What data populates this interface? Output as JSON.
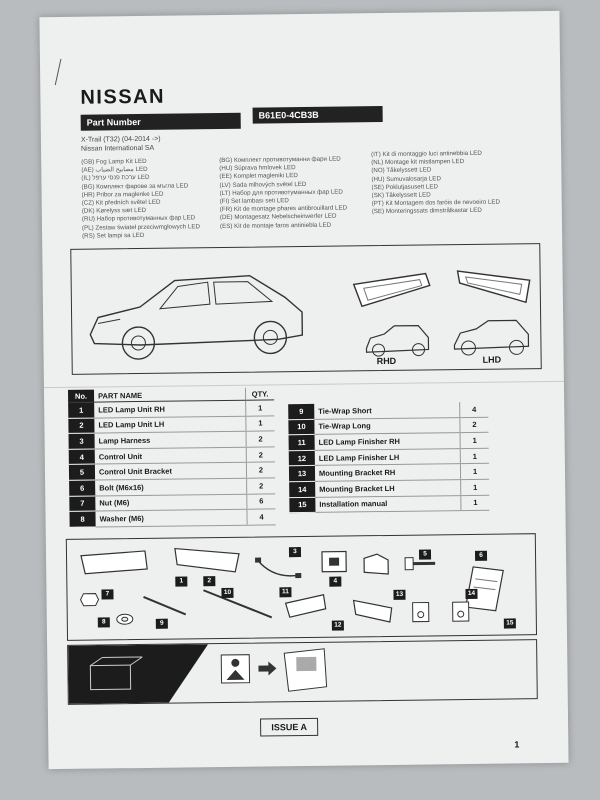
{
  "header": {
    "brand": "NISSAN",
    "part_number_label": "Part Number",
    "part_number_value": "B61E0-4CB3B",
    "model_line1": "X-Trail (T32) (04-2014 ->)",
    "model_line2": "Nissan International SA"
  },
  "languages": {
    "col1": [
      "(GB) Fog Lamp Kit LED",
      "(AE) مصابيح الضباب LED",
      "(IL) ערכת פנסי ערפל LED",
      "(BG) Комплект фарове за мъгла LED",
      "(HR) Pribor za maglenke LED",
      "(CZ) Kit předních světel LED",
      "(DK) Kørelyss sæt LED",
      "(RU) Набор противотуманных фар LED",
      "(PL) Zestaw świateł przeciwmgłowych LED",
      "(RS) Set lampi sa LED"
    ],
    "col2": [
      "(BG) Комплект противотуманни фари LED",
      "(HU) Súprava hmlovek LED",
      "(EE) Komplet magleniki LED",
      "(LV) Sada mlhových světel LED",
      "(LT) Набор для противотуманных фар LED",
      "(FI) Set lambası seti LED",
      "(FR) Kit de montage phares antibrouillard LED",
      "(DE) Montagesatz Nebelscheinwerfer LED",
      "(ES) Kit de montaje faros antiniebla LED"
    ],
    "col3": [
      "(IT) Kit di montaggio luci antinebbia LED",
      "(NL) Montage kit mistlampen LED",
      "(NO) Tåkelyssett LED",
      "(HU) Sumuvalosarja LED",
      "(SE) Poklutjasusett LED",
      "(SK) Tåkelyssett LED",
      "(PT) Kit Montagem dos faróis de nevoeiro LED",
      "(SE) Monteringssats dimstrålkastar LED"
    ]
  },
  "views": {
    "rhd_label": "RHD",
    "lhd_label": "LHD"
  },
  "parts_table": {
    "headers": {
      "no": "No.",
      "name": "PART NAME",
      "qty": "QTY."
    },
    "left": [
      {
        "no": "1",
        "name": "LED Lamp Unit RH",
        "qty": "1"
      },
      {
        "no": "2",
        "name": "LED Lamp Unit LH",
        "qty": "1"
      },
      {
        "no": "3",
        "name": "Lamp Harness",
        "qty": "2"
      },
      {
        "no": "4",
        "name": "Control Unit",
        "qty": "2"
      },
      {
        "no": "5",
        "name": "Control Unit Bracket",
        "qty": "2"
      },
      {
        "no": "6",
        "name": "Bolt (M6x16)",
        "qty": "2"
      },
      {
        "no": "7",
        "name": "Nut (M6)",
        "qty": "6"
      },
      {
        "no": "8",
        "name": "Washer (M6)",
        "qty": "4"
      }
    ],
    "right": [
      {
        "no": "9",
        "name": "Tie-Wrap Short",
        "qty": "4"
      },
      {
        "no": "10",
        "name": "Tie-Wrap Long",
        "qty": "2"
      },
      {
        "no": "11",
        "name": "LED Lamp Finisher RH",
        "qty": "1"
      },
      {
        "no": "12",
        "name": "LED Lamp Finisher LH",
        "qty": "1"
      },
      {
        "no": "13",
        "name": "Mounting Bracket RH",
        "qty": "1"
      },
      {
        "no": "14",
        "name": "Mounting Bracket LH",
        "qty": "1"
      },
      {
        "no": "15",
        "name": "Installation manual",
        "qty": "1"
      }
    ]
  },
  "exploded_labels": [
    "1",
    "2",
    "3",
    "4",
    "5",
    "6",
    "7",
    "8",
    "9",
    "10",
    "11",
    "12",
    "13",
    "14",
    "15"
  ],
  "footer": {
    "issue": "ISSUE A",
    "page": "1"
  }
}
